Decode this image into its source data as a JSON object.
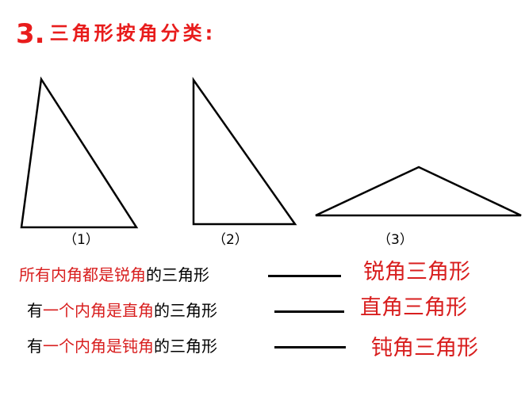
{
  "title": {
    "number": "3.",
    "text": "三角形按角分类:"
  },
  "figure_labels": [
    "（1）",
    "（2）",
    "（3）"
  ],
  "statements": [
    {
      "parts": [
        {
          "text": "所有内角都是锐角",
          "color": "red"
        },
        {
          "text": "的三角形",
          "color": "black"
        }
      ],
      "answer": "锐角三角形"
    },
    {
      "parts": [
        {
          "text": "有",
          "color": "black"
        },
        {
          "text": "一个内角是直角",
          "color": "red"
        },
        {
          "text": "的三角形",
          "color": "black"
        }
      ],
      "answer": "直角三角形"
    },
    {
      "parts": [
        {
          "text": "有",
          "color": "black"
        },
        {
          "text": "一个内角是钝角",
          "color": "red"
        },
        {
          "text": "的三角形",
          "color": "black"
        }
      ],
      "answer": "钝角三角形"
    }
  ],
  "colors": {
    "accent_red": "#d81e1e",
    "text_black": "#000000"
  }
}
